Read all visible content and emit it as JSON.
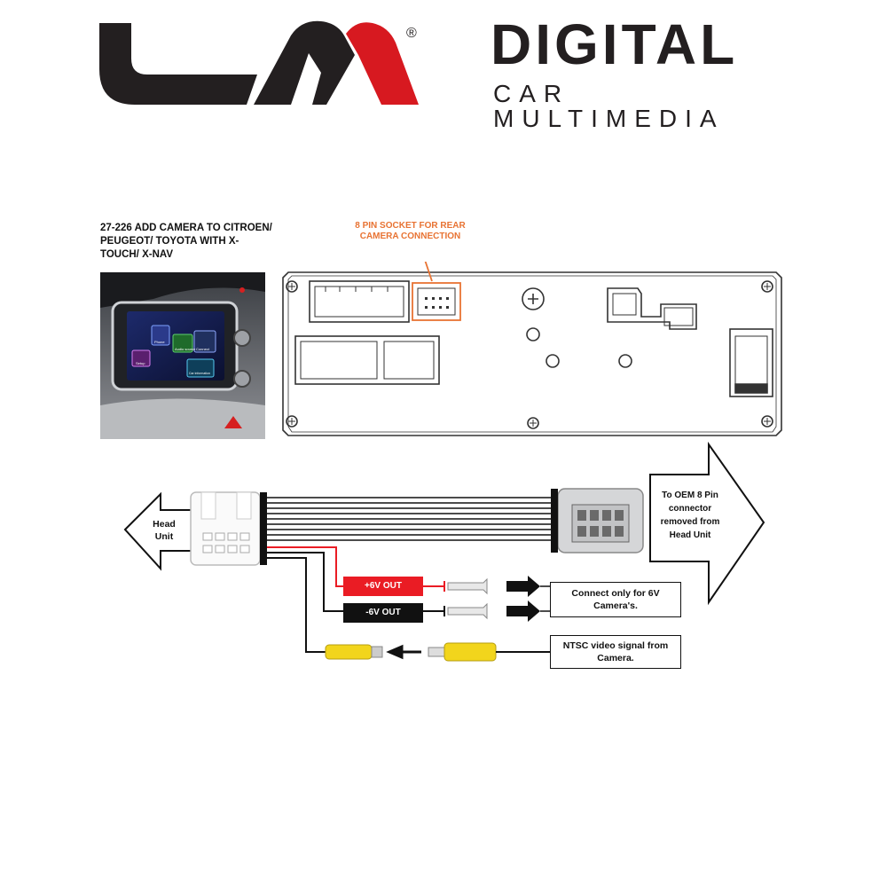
{
  "brand": {
    "logo_text": "LM",
    "registered_mark": "®",
    "name": "DIGITAL",
    "tagline": "CAR MULTIMEDIA",
    "colors": {
      "dark": "#231f20",
      "red": "#d71920"
    }
  },
  "product": {
    "title": "27-226 ADD CAMERA TO CITROEN/ PEUGEOT/ TOYOTA WITH X-TOUCH/ X-NAV",
    "screen_tiles": [
      "Phone",
      "Audio source",
      "Connect",
      "Setup",
      "Car information"
    ]
  },
  "head_unit_diagram": {
    "socket_label": "8 PIN SOCKET FOR REAR CAMERA CONNECTION",
    "accent_color": "#e87333"
  },
  "harness": {
    "left_arrow_label": "Head Unit",
    "right_arrow_label": "To OEM 8 Pin connector removed from Head Unit",
    "plus_out_label": "+6V OUT",
    "minus_out_label": "-6V OUT",
    "camera_note": "Connect only for 6V Camera's.",
    "video_note": "NTSC  video signal from Camera.",
    "colors": {
      "plus": "#ea1c24",
      "minus": "#111111",
      "rca": "#f2d51c"
    }
  }
}
